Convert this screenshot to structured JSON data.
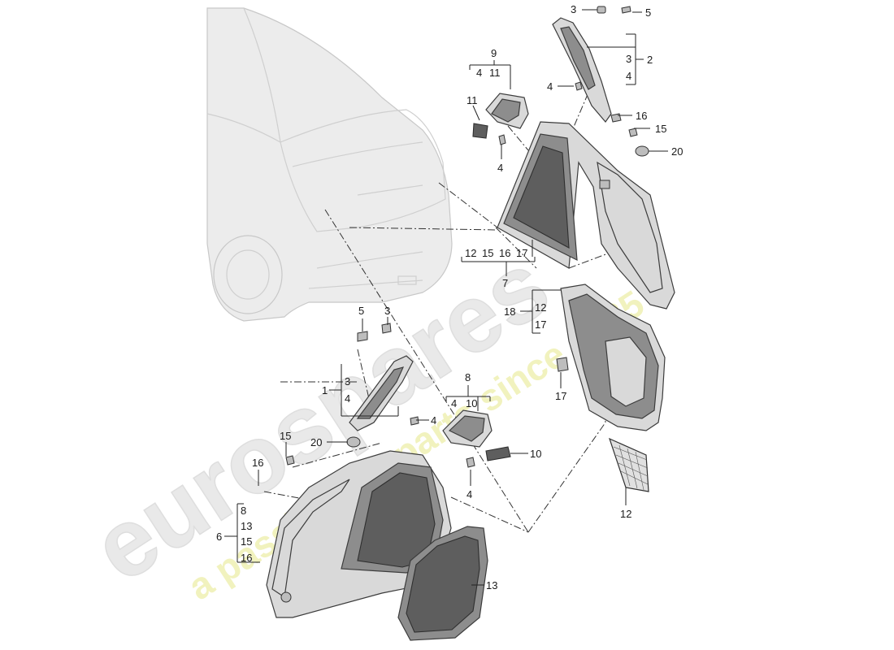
{
  "watermark": {
    "brand": "eurospares",
    "slogan": "a passion for parts since 1985",
    "brand_color": "#d8d8d8",
    "slogan_color": "#e6e88a"
  },
  "callouts": {
    "c3_top": "3",
    "c5_top": "5",
    "c2": "2",
    "c3_grp2": "3",
    "c4_grp2": "4",
    "c9": "9",
    "c4_grp9": "4",
    "c11_grp9": "11",
    "c4_mid_top": "4",
    "c11": "11",
    "c4_under11": "4",
    "c16_top": "16",
    "c15_top": "15",
    "c20_top": "20",
    "c12_grp7": "12",
    "c15_grp7": "15",
    "c16_grp7": "16",
    "c17_grp7": "17",
    "c7": "7",
    "c18": "18",
    "c12_grp18": "12",
    "c17_grp18": "17",
    "c17_small": "17",
    "c5_mid": "5",
    "c3_mid": "3",
    "c1": "1",
    "c3_grp1": "3",
    "c4_grp1": "4",
    "c4_right1": "4",
    "c8": "8",
    "c4_grp8": "4",
    "c10_grp8": "10",
    "c10": "10",
    "c4_under8": "4",
    "c15_left": "15",
    "c20_left": "20",
    "c16_left": "16",
    "c6": "6",
    "c8_grp6": "8",
    "c13_grp6": "13",
    "c15_grp6": "15",
    "c16_grp6": "16",
    "c13": "13",
    "c12_net": "12"
  }
}
